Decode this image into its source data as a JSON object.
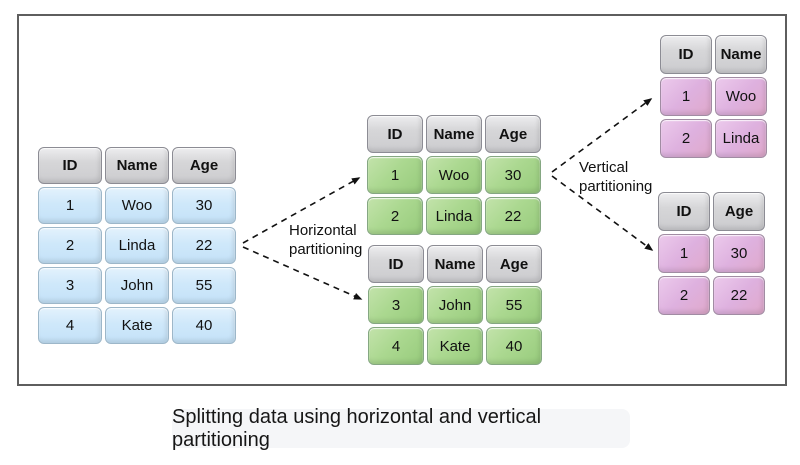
{
  "caption": {
    "text": "Splitting data using horizontal and vertical partitioning"
  },
  "labels": {
    "horizontal_partitioning": "Horizontal\npartitioning",
    "vertical_partitioning": "Vertical\npartitioning"
  },
  "colors": {
    "header_fill": "#d4d4d6",
    "source_fill": "#cfe8fa",
    "horizontal_partition_fill": "#abd890",
    "vertical_partition_fill": "#deb1df",
    "frame_border": "#5e5e5e",
    "arrow": "#111111",
    "caption_bg": "#f5f6f8"
  },
  "tables": [
    {
      "name": "source-table",
      "header": [
        "ID",
        "Name",
        "Age"
      ],
      "rows": [
        [
          "1",
          "Woo",
          "30"
        ],
        [
          "2",
          "Linda",
          "22"
        ],
        [
          "3",
          "John",
          "55"
        ],
        [
          "4",
          "Kate",
          "40"
        ]
      ]
    },
    {
      "name": "horizontal-partition-1",
      "header": [
        "ID",
        "Name",
        "Age"
      ],
      "rows": [
        [
          "1",
          "Woo",
          "30"
        ],
        [
          "2",
          "Linda",
          "22"
        ]
      ]
    },
    {
      "name": "horizontal-partition-2",
      "header": [
        "ID",
        "Name",
        "Age"
      ],
      "rows": [
        [
          "3",
          "John",
          "55"
        ],
        [
          "4",
          "Kate",
          "40"
        ]
      ]
    },
    {
      "name": "vertical-partition-1",
      "header": [
        "ID",
        "Name"
      ],
      "rows": [
        [
          "1",
          "Woo"
        ],
        [
          "2",
          "Linda"
        ]
      ]
    },
    {
      "name": "vertical-partition-2",
      "header": [
        "ID",
        "Age"
      ],
      "rows": [
        [
          "1",
          "30"
        ],
        [
          "2",
          "22"
        ]
      ]
    }
  ]
}
